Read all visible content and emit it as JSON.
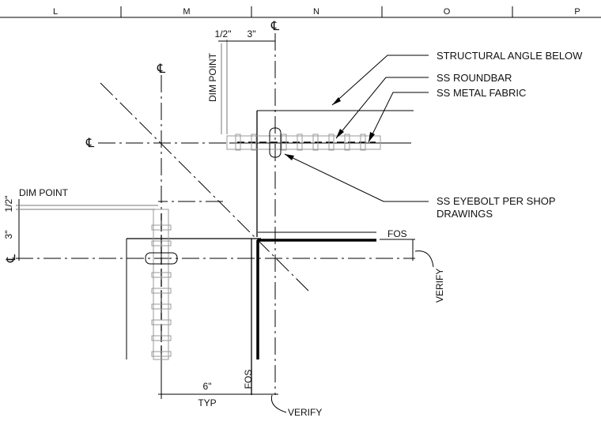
{
  "ruler": {
    "columns": [
      "L",
      "M",
      "N",
      "O",
      "P"
    ]
  },
  "labels": {
    "centerline": "℄",
    "half_inch": "1/2\"",
    "three_inch": "3\"",
    "dim_point": "DIM POINT",
    "six_inch": "6\"",
    "typ": "TYP",
    "fos": "FOS",
    "verify": "VERIFY"
  },
  "notes": {
    "structural_angle": "STRUCTURAL ANGLE BELOW",
    "roundbar": "SS ROUNDBAR",
    "metal_fabric": "SS METAL FABRIC",
    "eyebolt_line1": "SS EYEBOLT PER SHOP",
    "eyebolt_line2": "DRAWINGS"
  },
  "colors": {
    "line": "#000000",
    "ghost": "#9a9a9a",
    "background": "#ffffff"
  }
}
